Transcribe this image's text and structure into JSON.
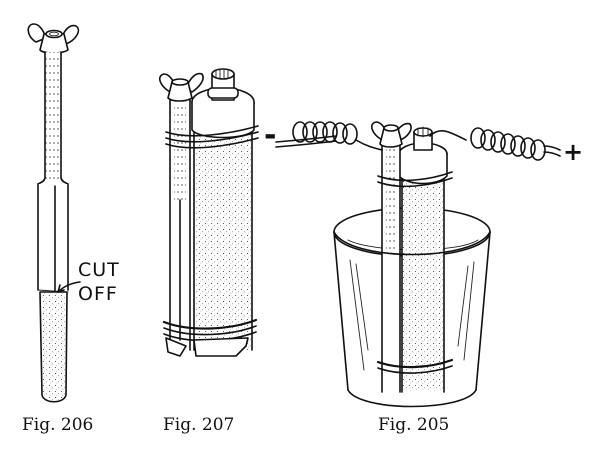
{
  "figures": [
    {
      "id": "fig-206",
      "caption": "Fig. 206",
      "label_lines": [
        "CUT",
        "OFF"
      ],
      "description": "Carbon rod with wing nut, lower portion marked to cut off"
    },
    {
      "id": "fig-207",
      "caption": "Fig. 207",
      "description": "Carbon rod and zinc cylinder bound together with wire"
    },
    {
      "id": "fig-205",
      "caption": "Fig. 205",
      "terminals": {
        "negative": "-",
        "positive": "+"
      },
      "description": "Assembled cell in glass jar with coiled lead wires"
    }
  ],
  "colors": {
    "ink": "#111111",
    "paper": "#ffffff"
  }
}
